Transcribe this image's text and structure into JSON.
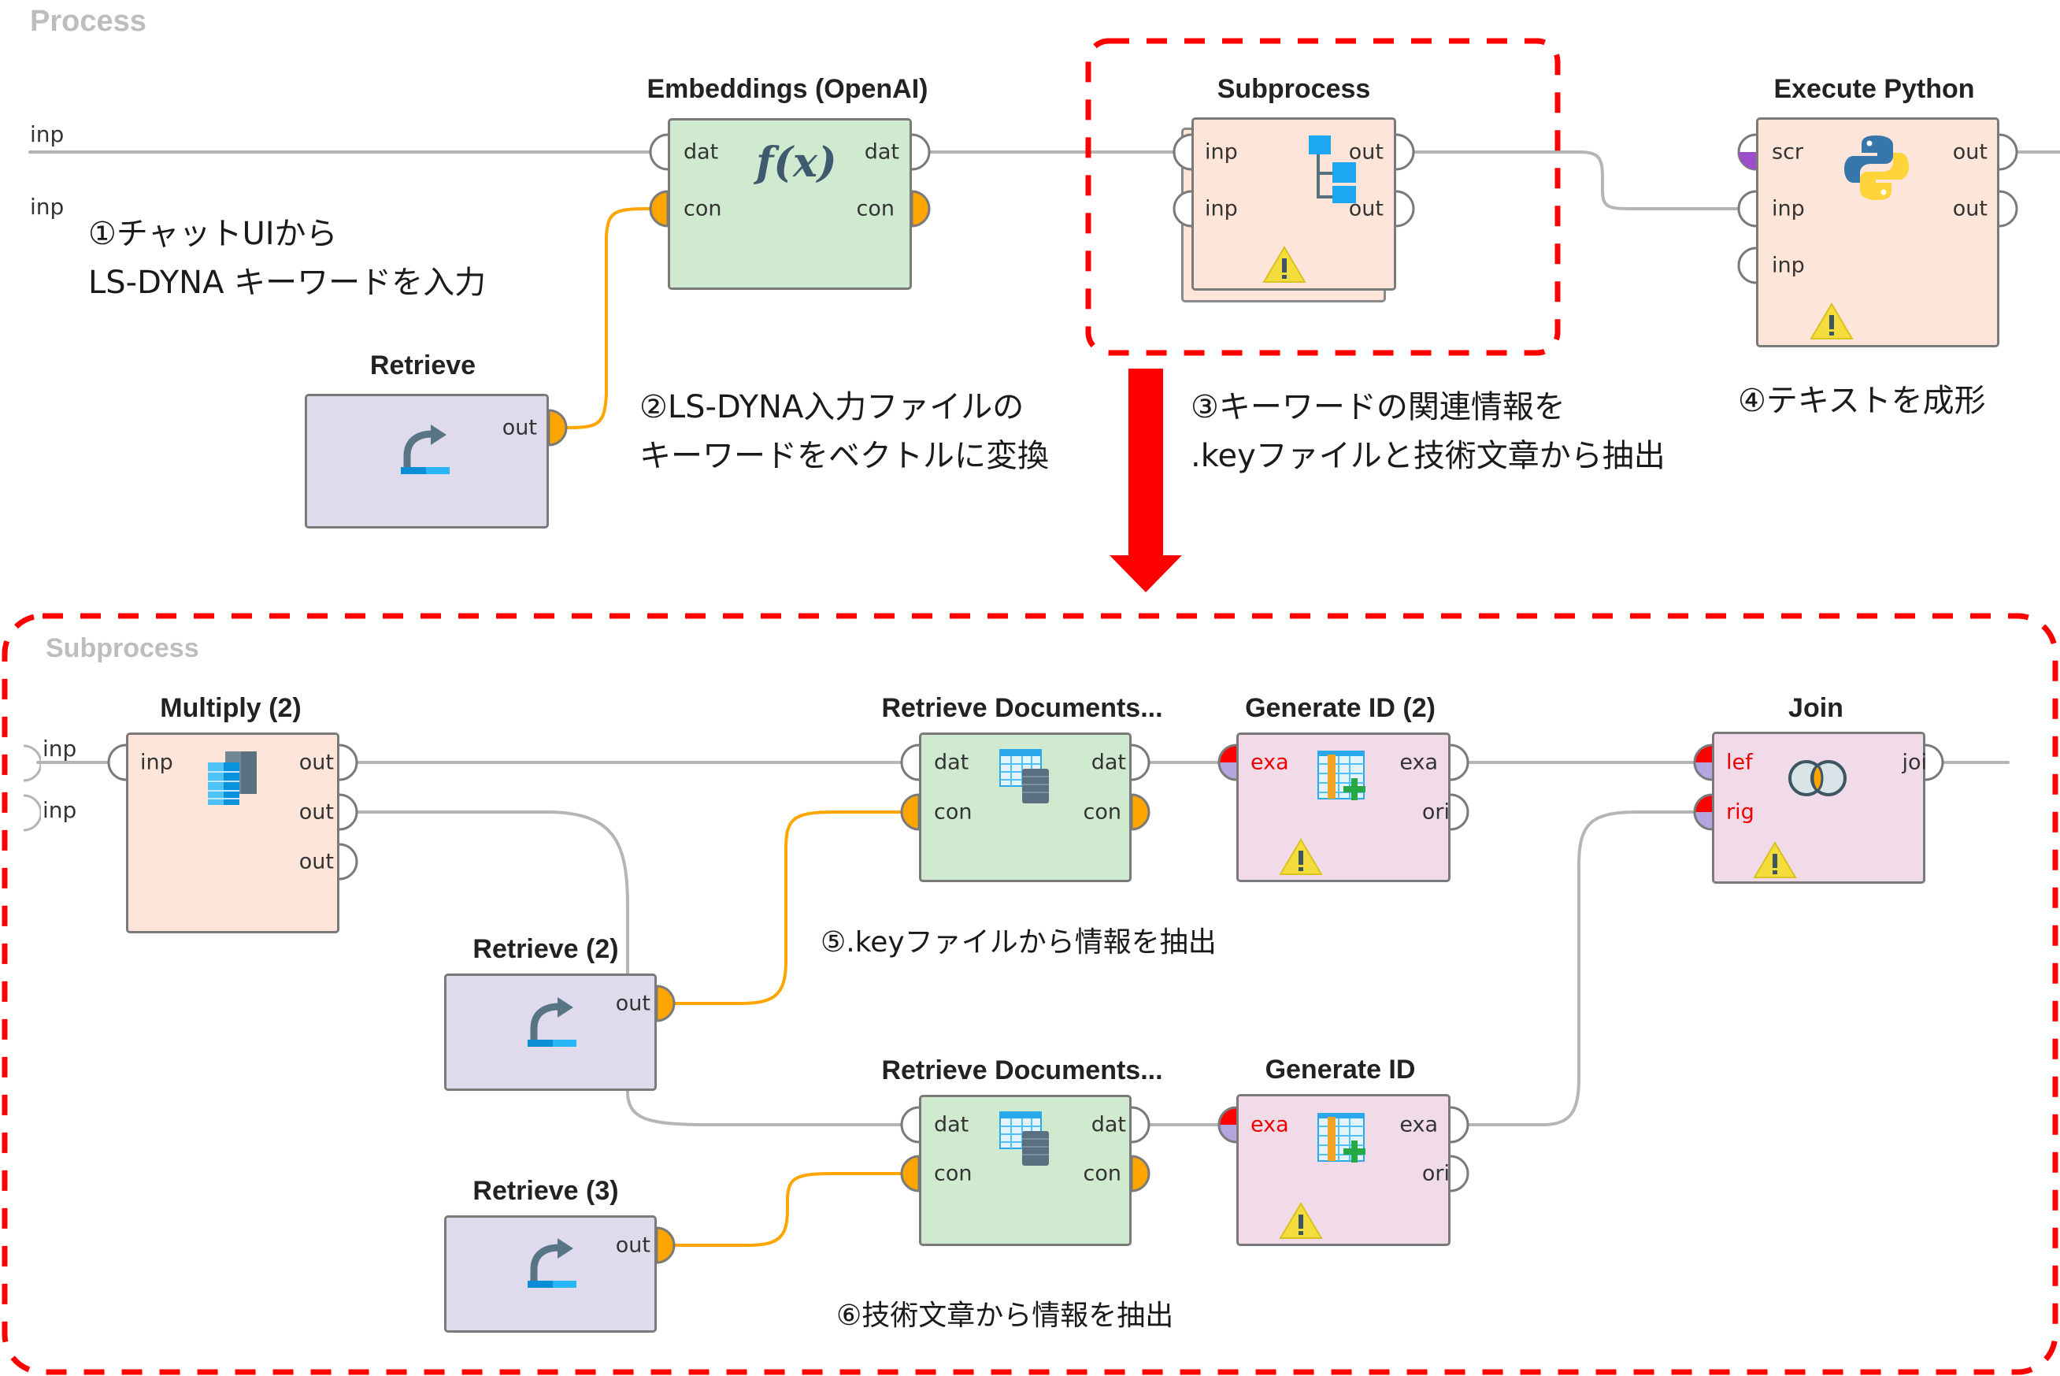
{
  "process": {
    "label": "Process",
    "outer_ports": [
      {
        "label": "inp"
      },
      {
        "label": "inp"
      }
    ],
    "nodes": {
      "embeddings": {
        "title": "Embeddings (OpenAI)",
        "icon": "function-fx-icon",
        "icon_text": "f(x)",
        "inputs": [
          "dat",
          "con"
        ],
        "outputs": [
          "dat",
          "con"
        ]
      },
      "retrieve": {
        "title": "Retrieve",
        "icon": "retrieve-arrow-icon",
        "outputs": [
          "out"
        ]
      },
      "subprocess": {
        "title": "Subprocess",
        "icon": "hierarchy-tree-icon",
        "inputs": [
          "inp",
          "inp"
        ],
        "outputs": [
          "out",
          "out"
        ],
        "warning": true
      },
      "execute_python": {
        "title": "Execute Python",
        "icon": "python-logo-icon",
        "inputs": [
          "scr",
          "inp",
          "inp"
        ],
        "outputs": [
          "out",
          "out"
        ],
        "warning": true
      }
    },
    "notes": {
      "step1": [
        "①チャットUIから",
        "LS-DYNA キーワードを入力"
      ],
      "step2": [
        "②LS-DYNA入力ファイルの",
        "キーワードをベクトルに変換"
      ],
      "step3": [
        "③キーワードの関連情報を",
        ".keyファイルと技術文章から抽出"
      ],
      "step4": [
        "④テキストを成形"
      ]
    }
  },
  "subprocess": {
    "label": "Subprocess",
    "outer_ports": [
      {
        "label": "inp"
      },
      {
        "label": "inp"
      }
    ],
    "nodes": {
      "multiply": {
        "title": "Multiply (2)",
        "icon": "multiply-copies-icon",
        "inputs": [
          "inp"
        ],
        "outputs": [
          "out",
          "out",
          "out"
        ]
      },
      "retrieve_docs_1": {
        "title": "Retrieve Documents...",
        "icon": "table-database-icon",
        "inputs": [
          "dat",
          "con"
        ],
        "outputs": [
          "dat",
          "con"
        ]
      },
      "generate_id_2": {
        "title": "Generate ID (2)",
        "icon": "table-add-column-icon",
        "inputs": [
          "exa"
        ],
        "outputs": [
          "exa",
          "ori"
        ],
        "warning": true
      },
      "join": {
        "title": "Join",
        "icon": "venn-join-icon",
        "inputs": [
          "lef",
          "rig"
        ],
        "outputs": [
          "joi"
        ],
        "warning": true
      },
      "retrieve_2": {
        "title": "Retrieve (2)",
        "icon": "retrieve-arrow-icon",
        "outputs": [
          "out"
        ]
      },
      "retrieve_docs_2": {
        "title": "Retrieve Documents...",
        "icon": "table-database-icon",
        "inputs": [
          "dat",
          "con"
        ],
        "outputs": [
          "dat",
          "con"
        ]
      },
      "generate_id": {
        "title": "Generate ID",
        "icon": "table-add-column-icon",
        "inputs": [
          "exa"
        ],
        "outputs": [
          "exa",
          "ori"
        ],
        "warning": true
      },
      "retrieve_3": {
        "title": "Retrieve (3)",
        "icon": "retrieve-arrow-icon",
        "outputs": [
          "out"
        ]
      }
    },
    "notes": {
      "step5": "⑤.keyファイルから情報を抽出",
      "step6": "⑥技術文章から情報を抽出"
    }
  },
  "colors": {
    "highlight_red": "#ff0000",
    "connection_orange": "#ffa500",
    "connection_gray": "#b5b5b5",
    "node_green": "#d0ead0",
    "node_peach": "#fde5da",
    "node_lavender": "#dfdbec",
    "node_pink": "#f2dbe9",
    "error_port_label": "#ee0000",
    "script_port_purple": "#9b4dca"
  }
}
